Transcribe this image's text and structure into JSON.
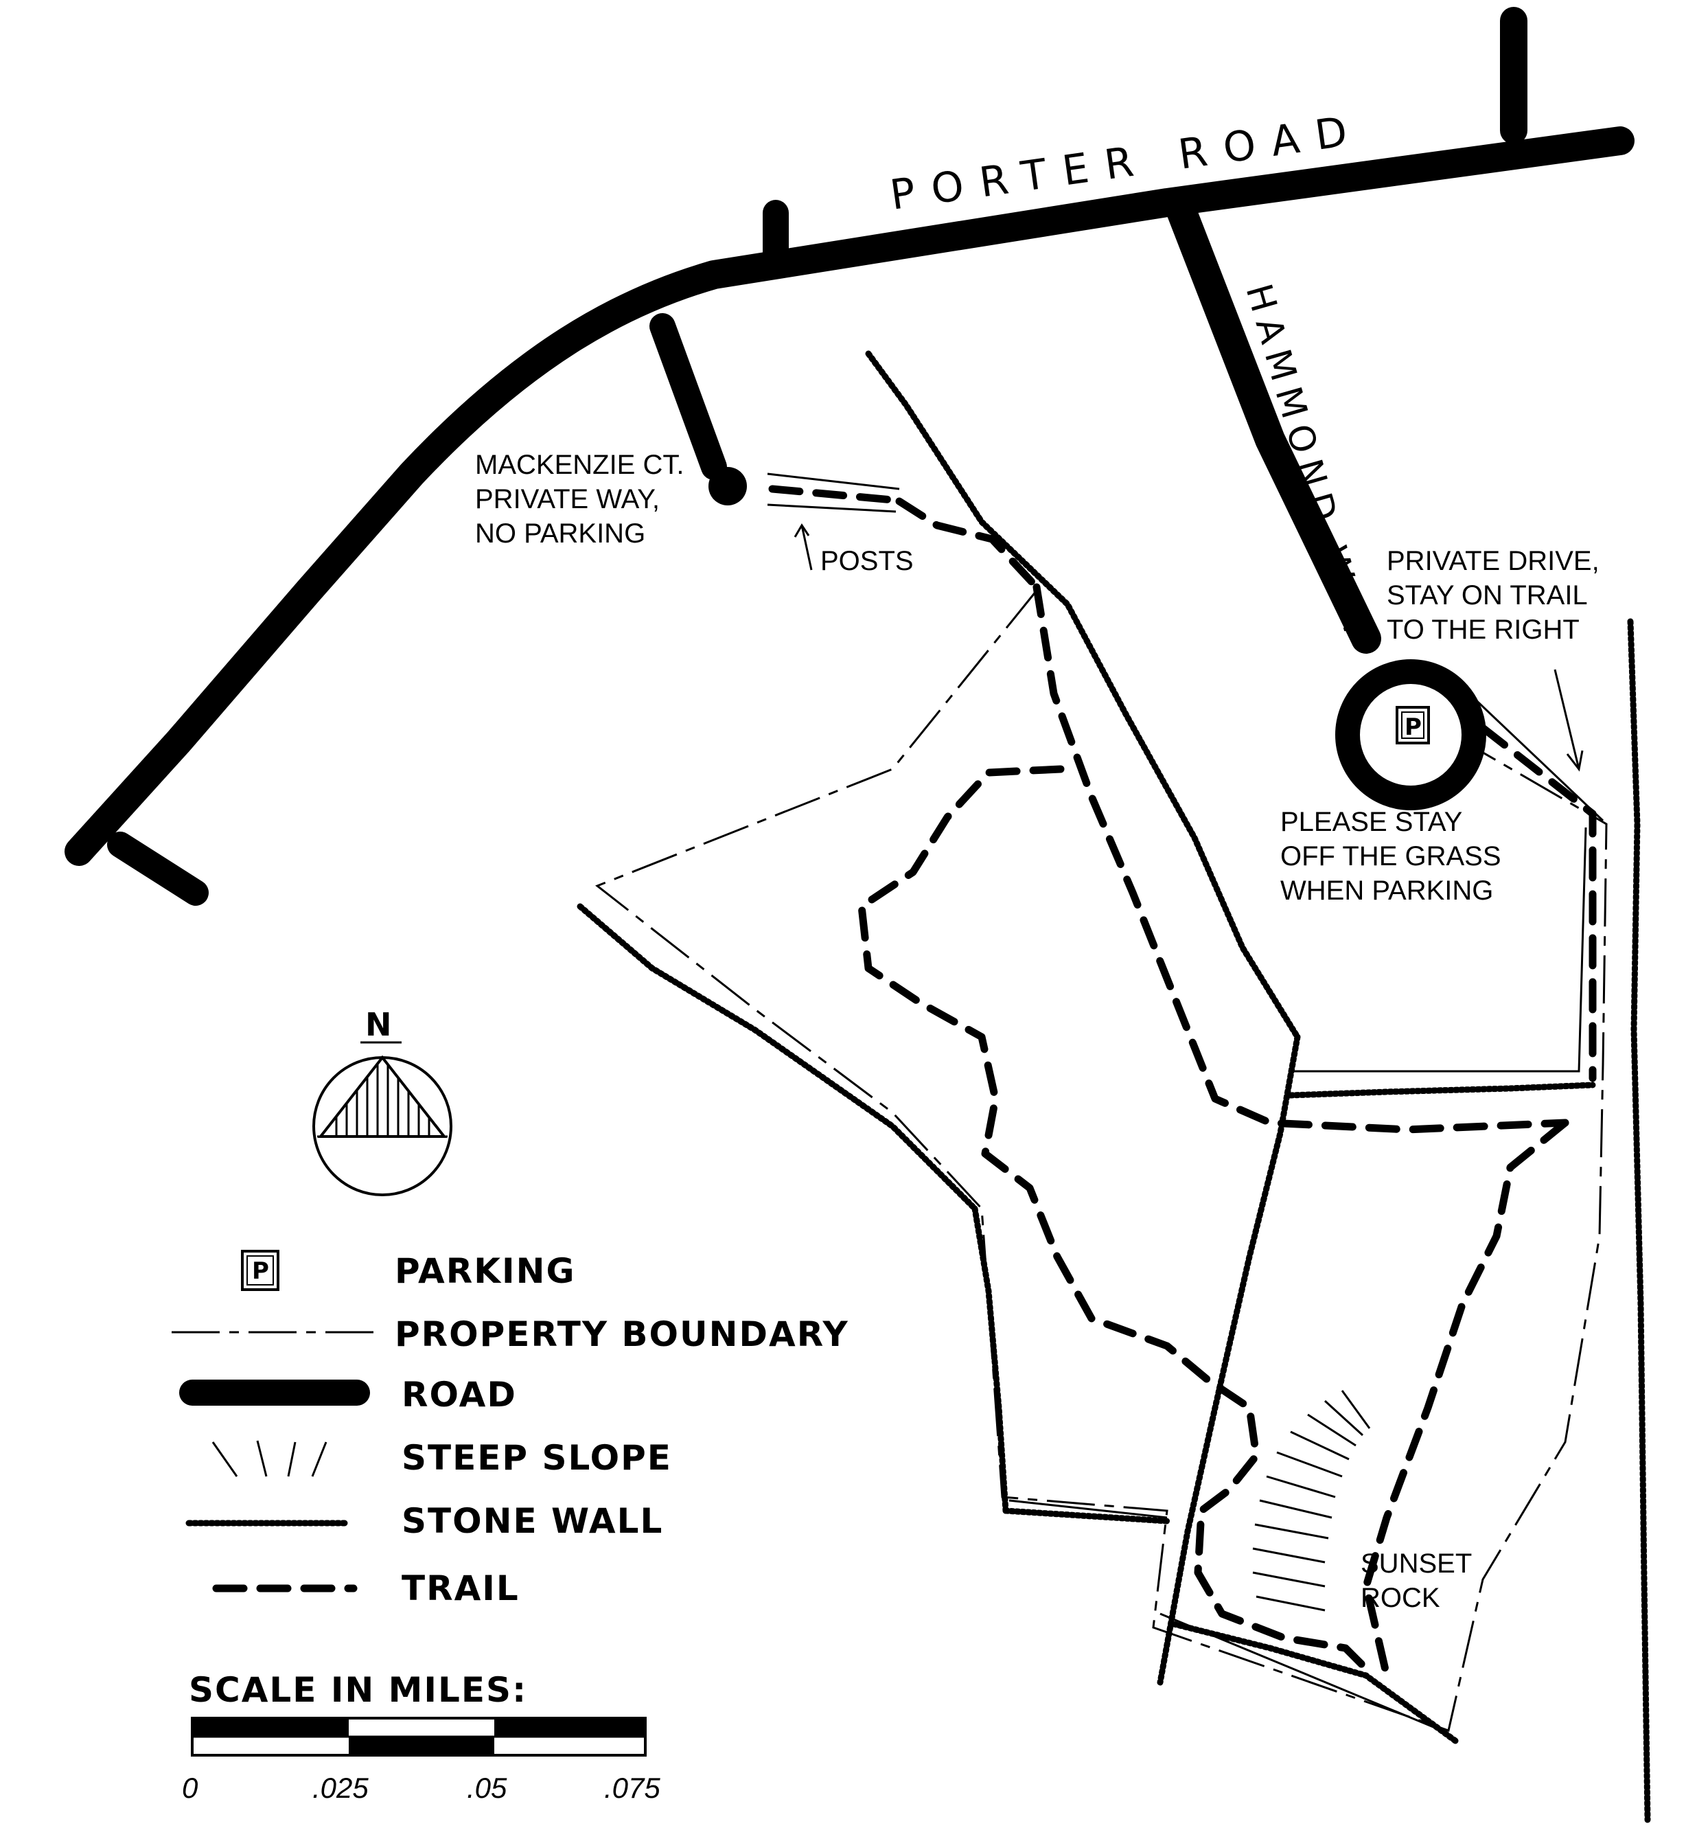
{
  "map": {
    "roads": {
      "porter_road": "PORTER ROAD",
      "hammond_way": "HAMMOND WAY"
    },
    "notes": {
      "mackenzie": [
        "MACKENZIE CT.",
        "PRIVATE WAY,",
        "NO PARKING"
      ],
      "posts": "POSTS",
      "private_drive": [
        "PRIVATE DRIVE,",
        "STAY ON TRAIL",
        "TO THE RIGHT"
      ],
      "stay_off_grass": [
        "PLEASE STAY",
        "OFF THE GRASS",
        "WHEN PARKING"
      ],
      "sunset_rock": [
        "SUNSET",
        "ROCK"
      ]
    },
    "parking_symbol": "P",
    "north_label": "N"
  },
  "legend": {
    "items": [
      {
        "symbol": "parking",
        "label": "PARKING"
      },
      {
        "symbol": "property-boundary",
        "label": "PROPERTY BOUNDARY"
      },
      {
        "symbol": "road",
        "label": "ROAD"
      },
      {
        "symbol": "steep-slope",
        "label": "STEEP SLOPE"
      },
      {
        "symbol": "stone-wall",
        "label": "STONE WALL"
      },
      {
        "symbol": "trail",
        "label": "TRAIL"
      }
    ],
    "parking_symbol": "P"
  },
  "scale": {
    "title": "SCALE IN MILES:",
    "ticks": [
      "0",
      ".025",
      ".05",
      ".075"
    ]
  },
  "colors": {
    "ink": "#000000",
    "paper": "#ffffff"
  }
}
